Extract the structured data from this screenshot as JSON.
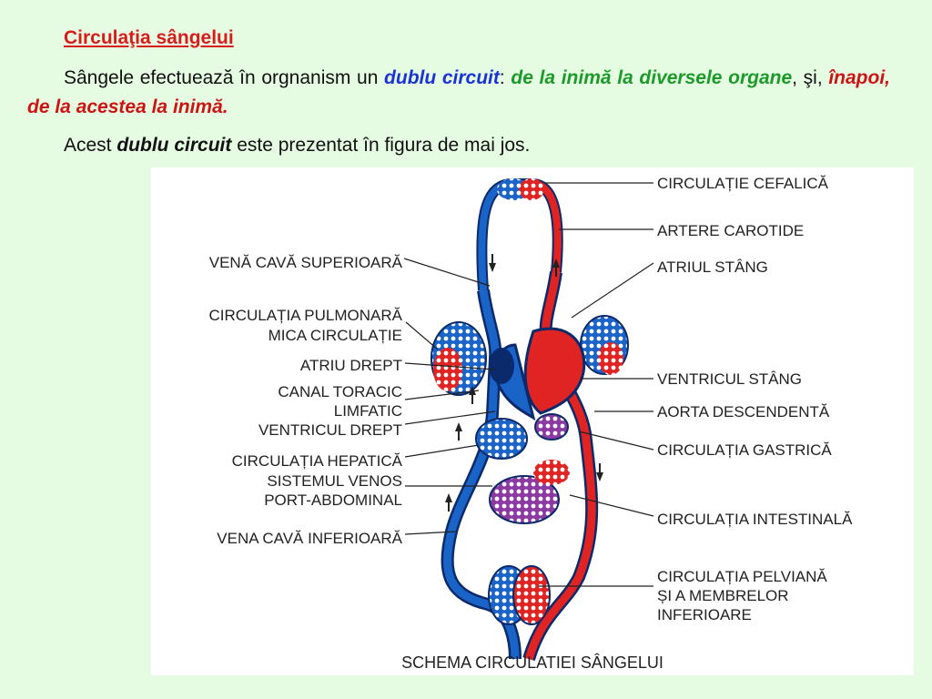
{
  "title": "Circulaţia sângelui",
  "para1": {
    "t1": "Sângele efectuează în orgnanism un ",
    "t2": "dublu circuit",
    "t3": ": ",
    "t4": "de la inimă la diversele organe",
    "t5": ", şi, ",
    "t6": "înapoi, de la acestea la inimă."
  },
  "para2": {
    "t1": "Acest ",
    "t2": "dublu circuit",
    "t3": " este prezentat în figura de mai jos."
  },
  "diagram": {
    "labels_right": [
      "CIRCULAȚIE CEFALICĂ",
      "ARTERE CAROTIDE",
      "ATRIUL STÂNG",
      "VENTRICUL STÂNG",
      "AORTA DESCENDENTĂ",
      "CIRCULAȚIA GASTRICĂ",
      "CIRCULAȚIA INTESTINALĂ",
      "CIRCULAȚIA PELVIANĂ",
      "ȘI A MEMBRELOR",
      "INFERIOARE"
    ],
    "labels_left": [
      "VENĂ CAVĂ SUPERIOARĂ",
      "CIRCULAȚIA PULMONARĂ",
      "MICA CIRCULAȚIE",
      "ATRIU DREPT",
      "CANAL TORACIC",
      "LIMFATIC",
      "VENTRICUL DREPT",
      "CIRCULAȚIA HEPATICĂ",
      "SISTEMUL VENOS",
      "PORT-ABDOMINAL",
      "VENA CAVĂ INFERIOARĂ"
    ],
    "caption": "SCHEMA CIRCULATIEI SÂNGELUI",
    "colors": {
      "artery": "#e02424",
      "vein": "#1a63c7",
      "capillary_mix": "#8a3aa0",
      "vessel_outline": "#0b2a6b"
    }
  }
}
